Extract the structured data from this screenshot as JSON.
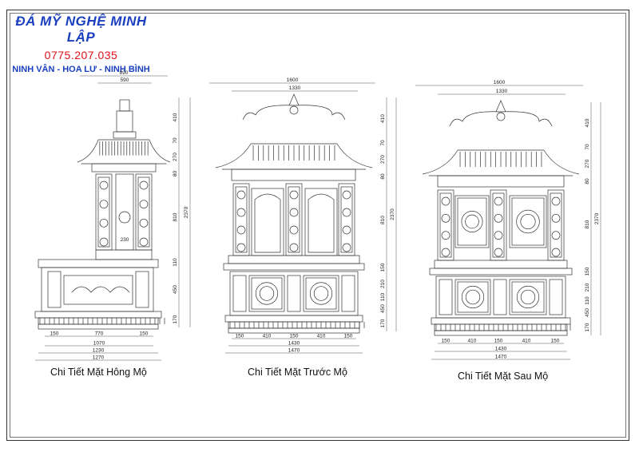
{
  "brand": {
    "name": "ĐÁ MỸ NGHỆ MINH LẬP",
    "phone": "0775.207.035",
    "address": "NINH VÂN - HOA LƯ - NINH BÌNH"
  },
  "views": [
    {
      "caption": "Chi Tiết Mặt Hông Mộ",
      "top_widths": [
        "890",
        "590"
      ],
      "bottom_widths": [
        "150",
        "770",
        "150",
        "1070",
        "1230",
        "1270"
      ],
      "right_heights": [
        "410",
        "70",
        "270",
        "80",
        "810",
        "110",
        "450",
        "170",
        "2370"
      ],
      "inner_label": "230"
    },
    {
      "caption": "Chi Tiết Mặt Trước Mộ",
      "top_widths": [
        "1600",
        "1330"
      ],
      "bottom_widths": [
        "150",
        "410",
        "150",
        "410",
        "150",
        "1430",
        "1470"
      ],
      "right_heights": [
        "410",
        "70",
        "270",
        "80",
        "810",
        "150",
        "210",
        "110",
        "450",
        "170",
        "2370"
      ]
    },
    {
      "caption": "Chi Tiết Mặt Sau Mộ",
      "top_widths": [
        "1600",
        "1330"
      ],
      "bottom_widths": [
        "150",
        "410",
        "150",
        "410",
        "150",
        "1430",
        "1470"
      ],
      "right_heights": [
        "410",
        "70",
        "270",
        "80",
        "810",
        "150",
        "210",
        "110",
        "450",
        "170",
        "2370"
      ]
    }
  ]
}
